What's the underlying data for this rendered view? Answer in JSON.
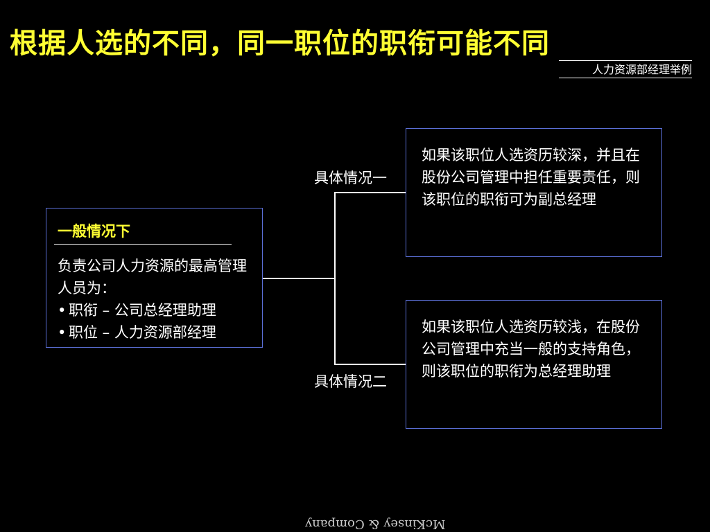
{
  "slide": {
    "title": "根据人选的不同，同一职位的职衔可能不同",
    "subtitle": "人力资源部经理举例"
  },
  "left_box": {
    "heading": "一般情况下",
    "intro": "负责公司人力资源的最高管理人员为：",
    "bullets": [
      {
        "marker": "•",
        "text": "职衔 – 公司总经理助理"
      },
      {
        "marker": "•",
        "text": "职位 – 人力资源部经理"
      }
    ]
  },
  "cases": [
    {
      "label": "具体情况一",
      "text": "如果该职位人选资历较深，并且在股份公司管理中担任重要责任，则该职位的职衔可为副总经理"
    },
    {
      "label": "具体情况二",
      "text": "如果该职位人选资历较浅，在股份公司管理中充当一般的支持角色，则该职位的职衔为总经理助理"
    }
  ],
  "footer": {
    "brand": "McKinsey & Company"
  },
  "colors": {
    "title": "#ffff33",
    "box_border": "#5b6fd6",
    "background": "#000000"
  }
}
